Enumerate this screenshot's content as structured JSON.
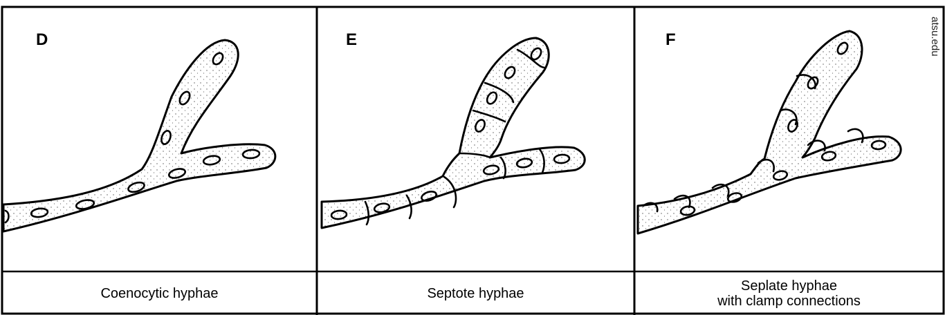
{
  "panels": [
    {
      "letter": "D",
      "caption": [
        "Coenocytic hyphae"
      ]
    },
    {
      "letter": "E",
      "caption": [
        "Septote hyphae"
      ]
    },
    {
      "letter": "F",
      "caption": [
        "Seplate hyphae",
        "with clamp connections"
      ]
    }
  ],
  "watermark": "atsu.edu"
}
